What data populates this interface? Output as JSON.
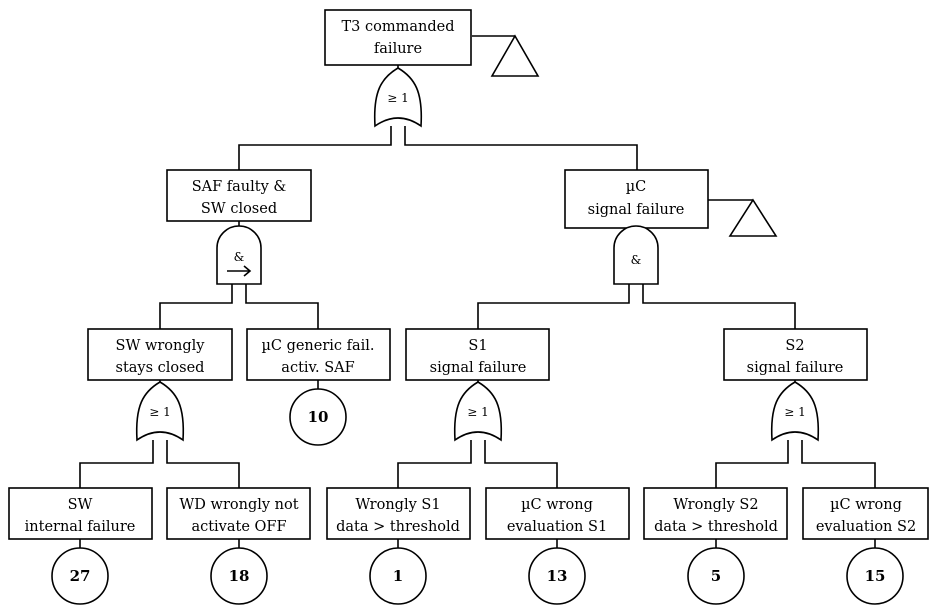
{
  "top_event": {
    "line1": "T3 commanded",
    "line2": "failure"
  },
  "gates": {
    "top_or": "≥ 1",
    "saf_and": "&",
    "uc_and": "&",
    "sw_or": "≥ 1",
    "s1_or": "≥ 1",
    "s2_or": "≥ 1"
  },
  "events": {
    "saf_faulty": {
      "line1": "SAF faulty &",
      "line2": "SW closed"
    },
    "uc_signal": {
      "line1": "µC",
      "line2": "signal failure"
    },
    "sw_stays": {
      "line1": "SW wrongly",
      "line2": "stays closed"
    },
    "uc_generic": {
      "line1": "µC generic fail.",
      "line2": "activ. SAF"
    },
    "s1_signal": {
      "line1": "S1",
      "line2": "signal failure"
    },
    "s2_signal": {
      "line1": "S2",
      "line2": "signal failure"
    },
    "sw_internal": {
      "line1": "SW",
      "line2": "internal failure"
    },
    "wd_wrongly": {
      "line1": "WD wrongly not",
      "line2": "activate OFF"
    },
    "wrongly_s1": {
      "line1": "Wrongly S1",
      "line2": "data > threshold"
    },
    "uc_eval_s1": {
      "line1": "µC wrong",
      "line2": "evaluation S1"
    },
    "wrongly_s2": {
      "line1": "Wrongly S2",
      "line2": "data > threshold"
    },
    "uc_eval_s2": {
      "line1": "µC wrong",
      "line2": "evaluation S2"
    }
  },
  "basic_events": {
    "uc_generic": "10",
    "sw_internal": "27",
    "wd_wrongly": "18",
    "wrongly_s1": "1",
    "uc_eval_s1": "13",
    "wrongly_s2": "5",
    "uc_eval_s2": "15"
  }
}
